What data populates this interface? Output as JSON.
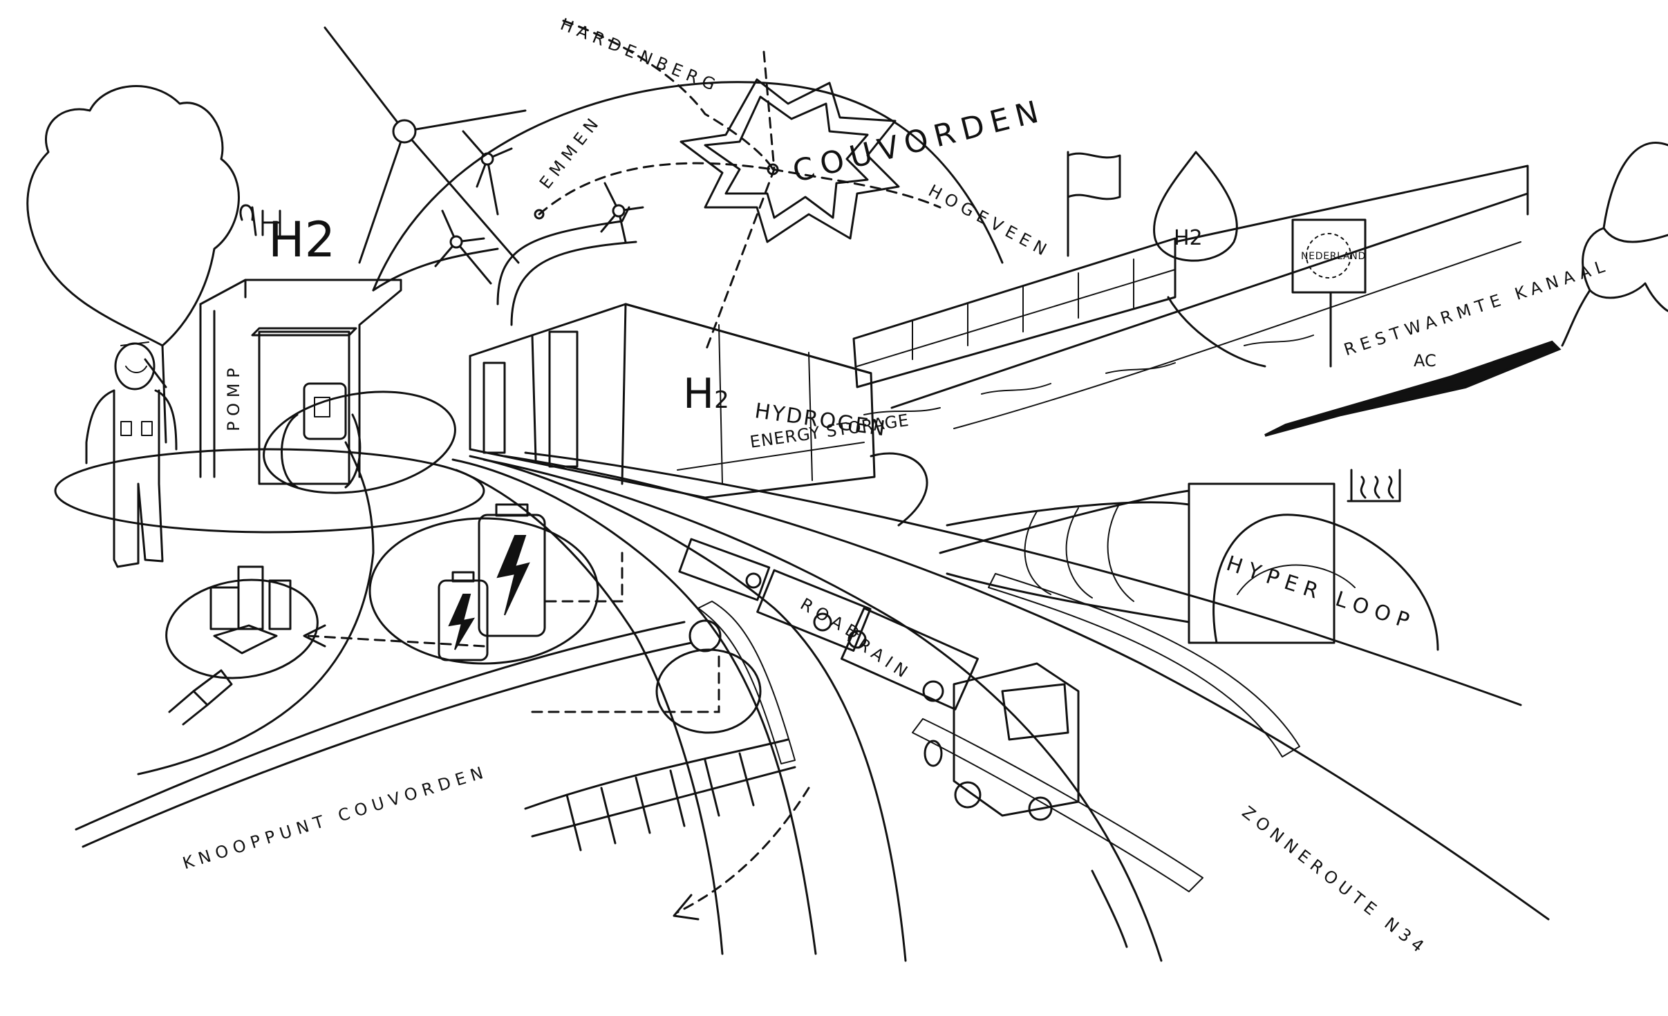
{
  "labels": {
    "hardenberg": "HARDENBERG",
    "emmen": "EMMEN",
    "couvorden": "COUVORDEN",
    "hogeveen": "HOGEVEEN",
    "h2_station_sign": "H2",
    "h2_sub": "2",
    "pomp": "POMP",
    "hydrogen": "HYDROGEN",
    "energy_storage": "ENERGY STORAGE",
    "h2_tank": "H",
    "h2_tank_sub": "2",
    "h2_drop": "H2",
    "nederland": "NEDERLAND",
    "restwarmte": "RESTWARMTE KANAAL",
    "ac": "AC",
    "hyper_loop": "HYPER LOOP",
    "road_train_1": "ROAD",
    "road_train_2": "TRAIN",
    "knooppunt": "KNOOPPUNT COUVORDEN",
    "zonneroute": "ZONNEROUTE N34"
  },
  "icons": [
    "wind-turbine-icon",
    "tree-icon",
    "battery-icon",
    "city-blocks-icon",
    "plug-icon",
    "flag-icon",
    "water-drop-icon",
    "road-sign-icon",
    "truck-icon",
    "hand-with-pen-icon",
    "hyperloop-pod-icon",
    "fuel-pump-icon",
    "star-icon"
  ]
}
